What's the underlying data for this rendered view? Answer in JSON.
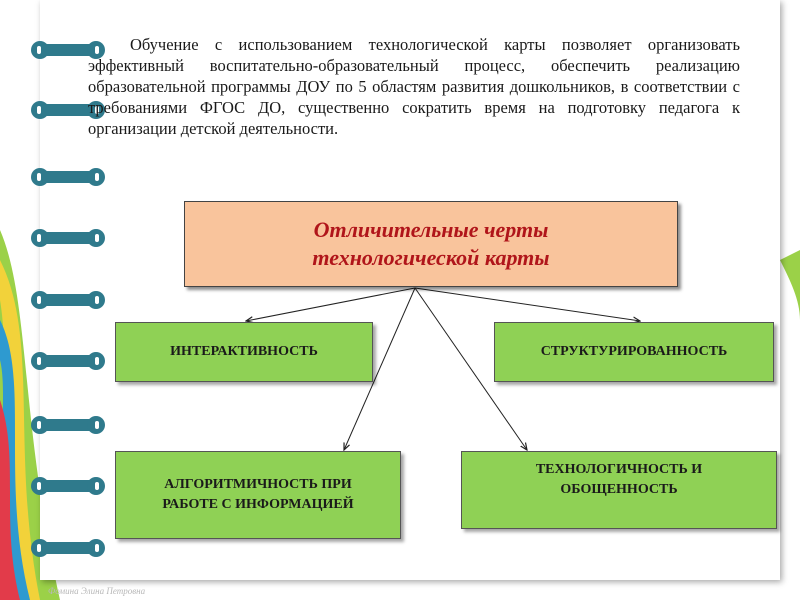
{
  "intro_text": "Обучение с использованием технологической карты позволяет организовать эффективный воспитательно-образовательный процесс, обеспечить реализацию образовательной программы ДОУ по 5 областям развития дошкольников, в соответствии с требованиями ФГОС ДО, существенно сократить время на подготовку педагога к организации детской деятельности.",
  "diagram": {
    "title_line1": "Отличительные черты",
    "title_line2": "технологической карты",
    "features": {
      "interactivity": "ИНТЕРАКТИВНОСТЬ",
      "structured": "СТРУКТУРИРОВАННОСТЬ",
      "algorithmic_line1": "АЛГОРИТМИЧНОСТЬ ПРИ",
      "algorithmic_line2": "РАБОТЕ С ИНФОРМАЦИЕЙ",
      "technological_line1": "ТЕХНОЛОГИЧНОСТЬ И",
      "technological_line2": "ОБОЩЕННОСТЬ"
    }
  },
  "footer_text": "Фомина Элина Петровна",
  "colors": {
    "title_fill": "#f9c49c",
    "title_text": "#b0151a",
    "feature_fill": "#8fd155",
    "ring": "#2f7a8c"
  }
}
